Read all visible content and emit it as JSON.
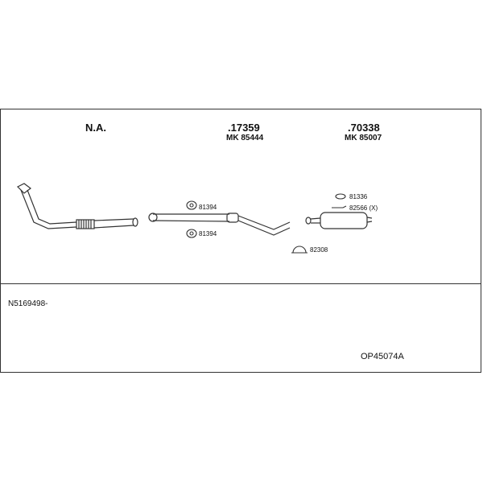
{
  "headers": {
    "section1_part": "N.A.",
    "section2_part": ".17359",
    "section2_ref": "MK  85444",
    "section3_part": ".70338",
    "section3_ref": "MK  85007"
  },
  "parts": {
    "hanger_a_top": "81394",
    "hanger_a_bottom": "81394",
    "hanger_b": "81336",
    "bracket_b": "82566 (X)",
    "clamp": "82308"
  },
  "footer": {
    "left_code": "N5169498-",
    "right_code": "OP45074A"
  }
}
